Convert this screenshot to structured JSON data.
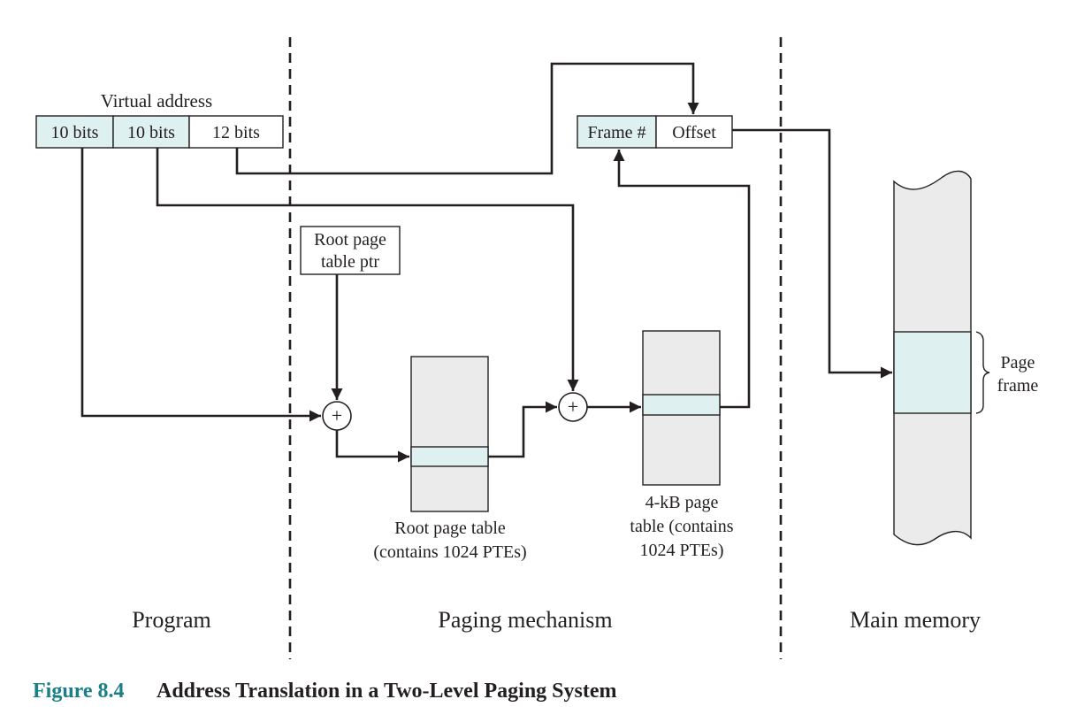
{
  "diagram": {
    "virtual_address": {
      "title": "Virtual address",
      "fields": [
        "10 bits",
        "10 bits",
        "12 bits"
      ]
    },
    "physical_address": {
      "fields": [
        "Frame #",
        "Offset"
      ]
    },
    "root_page_table_ptr": {
      "line1": "Root page",
      "line2": "table ptr"
    },
    "adder_symbol": "+",
    "root_page_table": {
      "line1": "Root page table",
      "line2": "(contains 1024 PTEs)"
    },
    "page_table_4kb": {
      "line1": "4-kB page",
      "line2": "table (contains",
      "line3": "1024 PTEs)"
    },
    "page_frame": {
      "line1": "Page",
      "line2": "frame"
    },
    "regions": [
      "Program",
      "Paging mechanism",
      "Main memory"
    ],
    "colors": {
      "field_fill": "#dff0f0",
      "table_fill": "#ebebeb",
      "entry_fill": "#dff0f0",
      "line": "#231f20",
      "caption_accent": "#1a7f86"
    }
  },
  "caption": {
    "number": "Figure 8.4",
    "title": "Address Translation in a Two-Level Paging System"
  }
}
